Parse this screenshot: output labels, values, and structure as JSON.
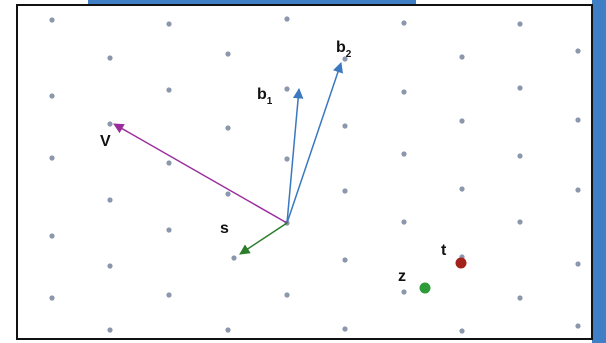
{
  "labels": {
    "b1_main": "b",
    "b1_sub": "1",
    "b2_main": "b",
    "b2_sub": "2",
    "v": "V",
    "s": "s",
    "t": "t",
    "z": "z"
  },
  "colors": {
    "background": "#ffffff",
    "frame": "#111111",
    "side_bar": "#3f7fc5",
    "lattice_dot": "#8a97ac",
    "vector_b": "#3a78c0",
    "vector_v": "#9a2d9c",
    "vector_s": "#2b7d2b",
    "point_t": "#a3221b",
    "point_z": "#2e9b3a"
  }
}
